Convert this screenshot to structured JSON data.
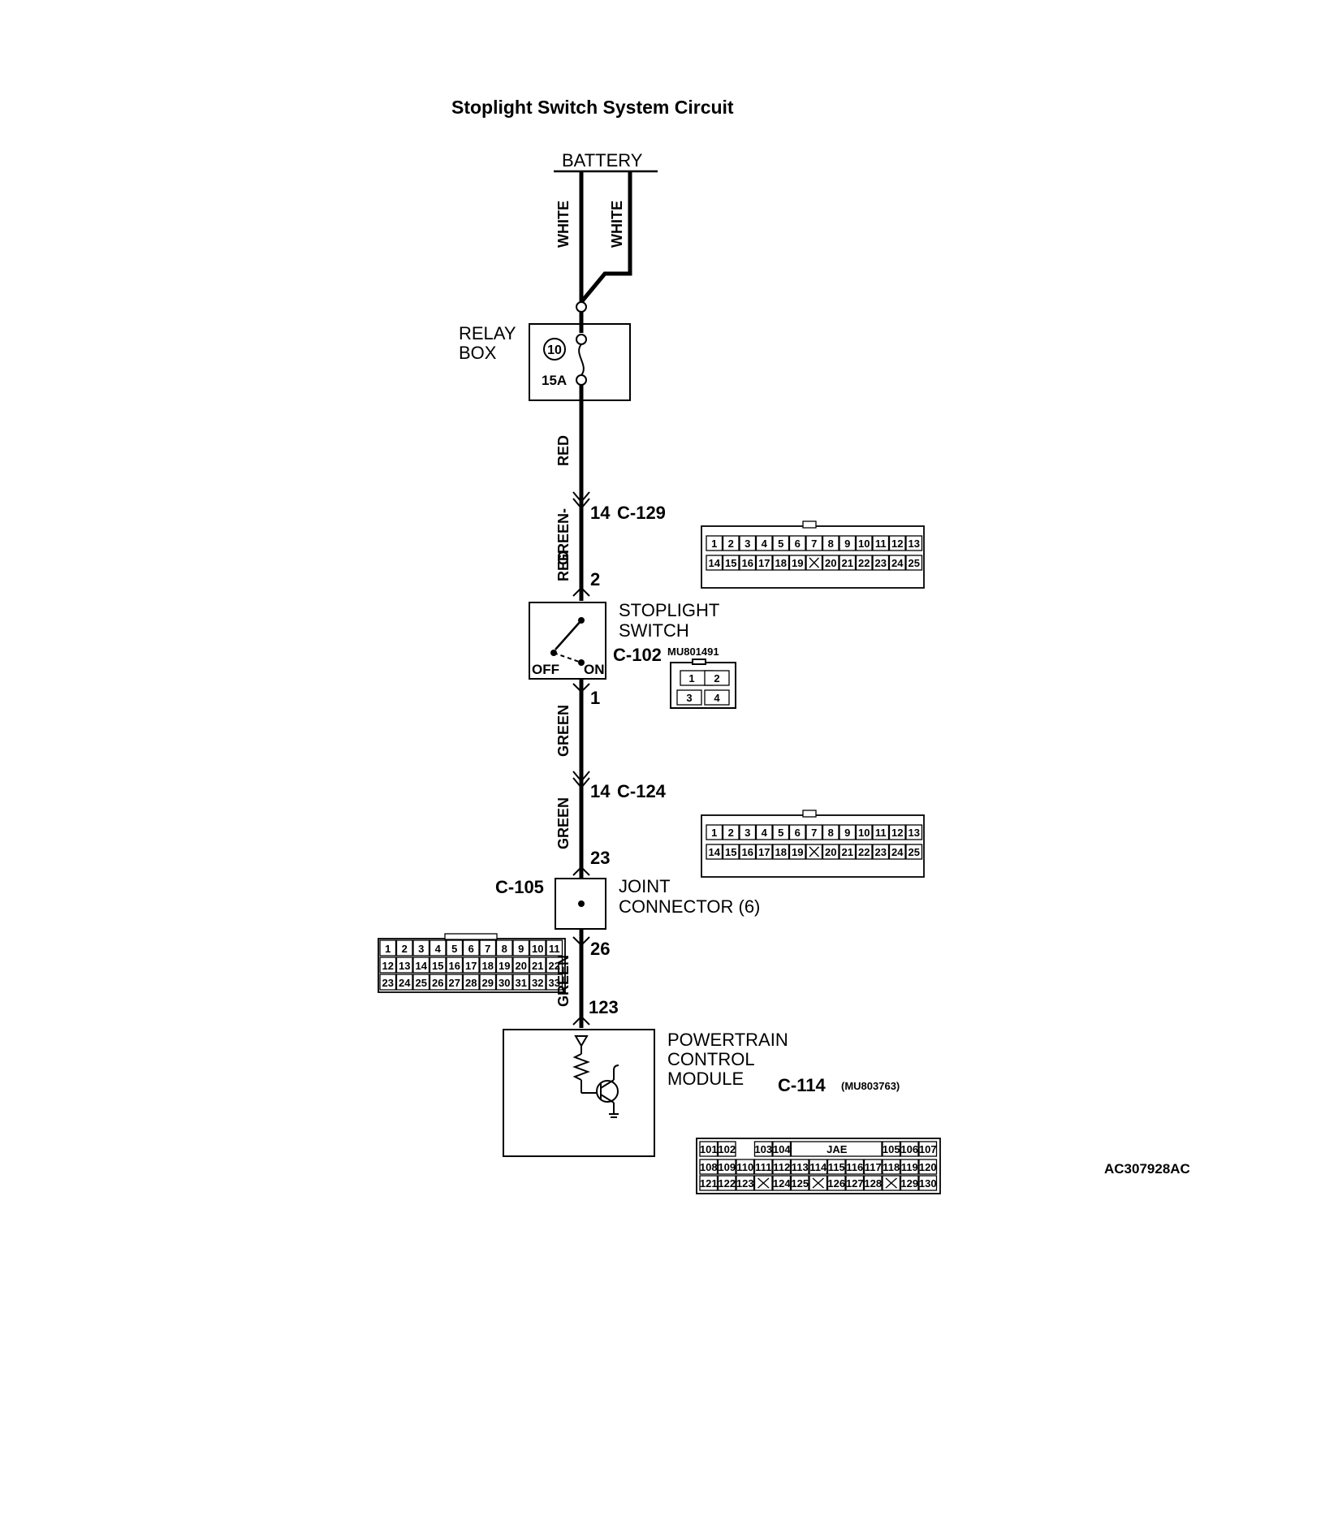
{
  "title": "Stoplight Switch System Circuit",
  "figure_id": "AC307928AC",
  "battery": {
    "label": "BATTERY"
  },
  "wires": {
    "battery_left": "WHITE",
    "battery_right": "WHITE",
    "fuse_to_c129": "RED",
    "c129_to_switch": "GREEN-",
    "c129_to_switch_2": "RED",
    "switch_to_c124": "GREEN",
    "c124_to_joint": "GREEN",
    "joint_to_pcm": "GREEN"
  },
  "relay_box": {
    "label_line1": "RELAY",
    "label_line2": "BOX",
    "fuse_number": "10",
    "fuse_rating": "15A"
  },
  "c129": {
    "id": "C-129",
    "pin_top": "14",
    "pin_bottom": "2",
    "row1": [
      "1",
      "2",
      "3",
      "4",
      "5",
      "6",
      "7",
      "8",
      "9",
      "10",
      "11",
      "12",
      "13"
    ],
    "row2": [
      "14",
      "15",
      "16",
      "17",
      "18",
      "19",
      "",
      "20",
      "21",
      "22",
      "23",
      "24",
      "25"
    ]
  },
  "switch": {
    "label_line1": "STOPLIGHT",
    "label_line2": "SWITCH",
    "connector_id": "C-102",
    "part_no": "MU801491",
    "off": "OFF",
    "on": "ON",
    "pin_bottom": "1",
    "pins": [
      "1",
      "2",
      "3",
      "4"
    ]
  },
  "c124": {
    "id": "C-124",
    "pin_top": "14",
    "pin_bottom": "23",
    "row1": [
      "1",
      "2",
      "3",
      "4",
      "5",
      "6",
      "7",
      "8",
      "9",
      "10",
      "11",
      "12",
      "13"
    ],
    "row2": [
      "14",
      "15",
      "16",
      "17",
      "18",
      "19",
      "",
      "20",
      "21",
      "22",
      "23",
      "24",
      "25"
    ]
  },
  "joint": {
    "label_line1": "JOINT",
    "label_line2": "CONNECTOR (6)",
    "connector_id": "C-105",
    "pin_bottom": "26",
    "row1": [
      "1",
      "2",
      "3",
      "4",
      "5",
      "6",
      "7",
      "8",
      "9",
      "10",
      "11"
    ],
    "row2": [
      "12",
      "13",
      "14",
      "15",
      "16",
      "17",
      "18",
      "19",
      "20",
      "21",
      "22"
    ],
    "row3": [
      "23",
      "24",
      "25",
      "26",
      "27",
      "28",
      "29",
      "30",
      "31",
      "32",
      "33"
    ]
  },
  "pcm": {
    "label_line1": "POWERTRAIN",
    "label_line2": "CONTROL",
    "label_line3": "MODULE",
    "connector_id": "C-114",
    "part_no": "(MU803763)",
    "pin": "123",
    "brand": "JAE",
    "row1": [
      "101",
      "102",
      "",
      "103",
      "104",
      "",
      "",
      "",
      "",
      "105",
      "106",
      "107"
    ],
    "row2": [
      "108",
      "109",
      "110",
      "111",
      "112",
      "113",
      "114",
      "115",
      "116",
      "117",
      "118",
      "119",
      "120"
    ],
    "row3": [
      "121",
      "122",
      "123",
      "",
      "124",
      "125",
      "",
      "126",
      "127",
      "128",
      "",
      "129",
      "130"
    ]
  }
}
